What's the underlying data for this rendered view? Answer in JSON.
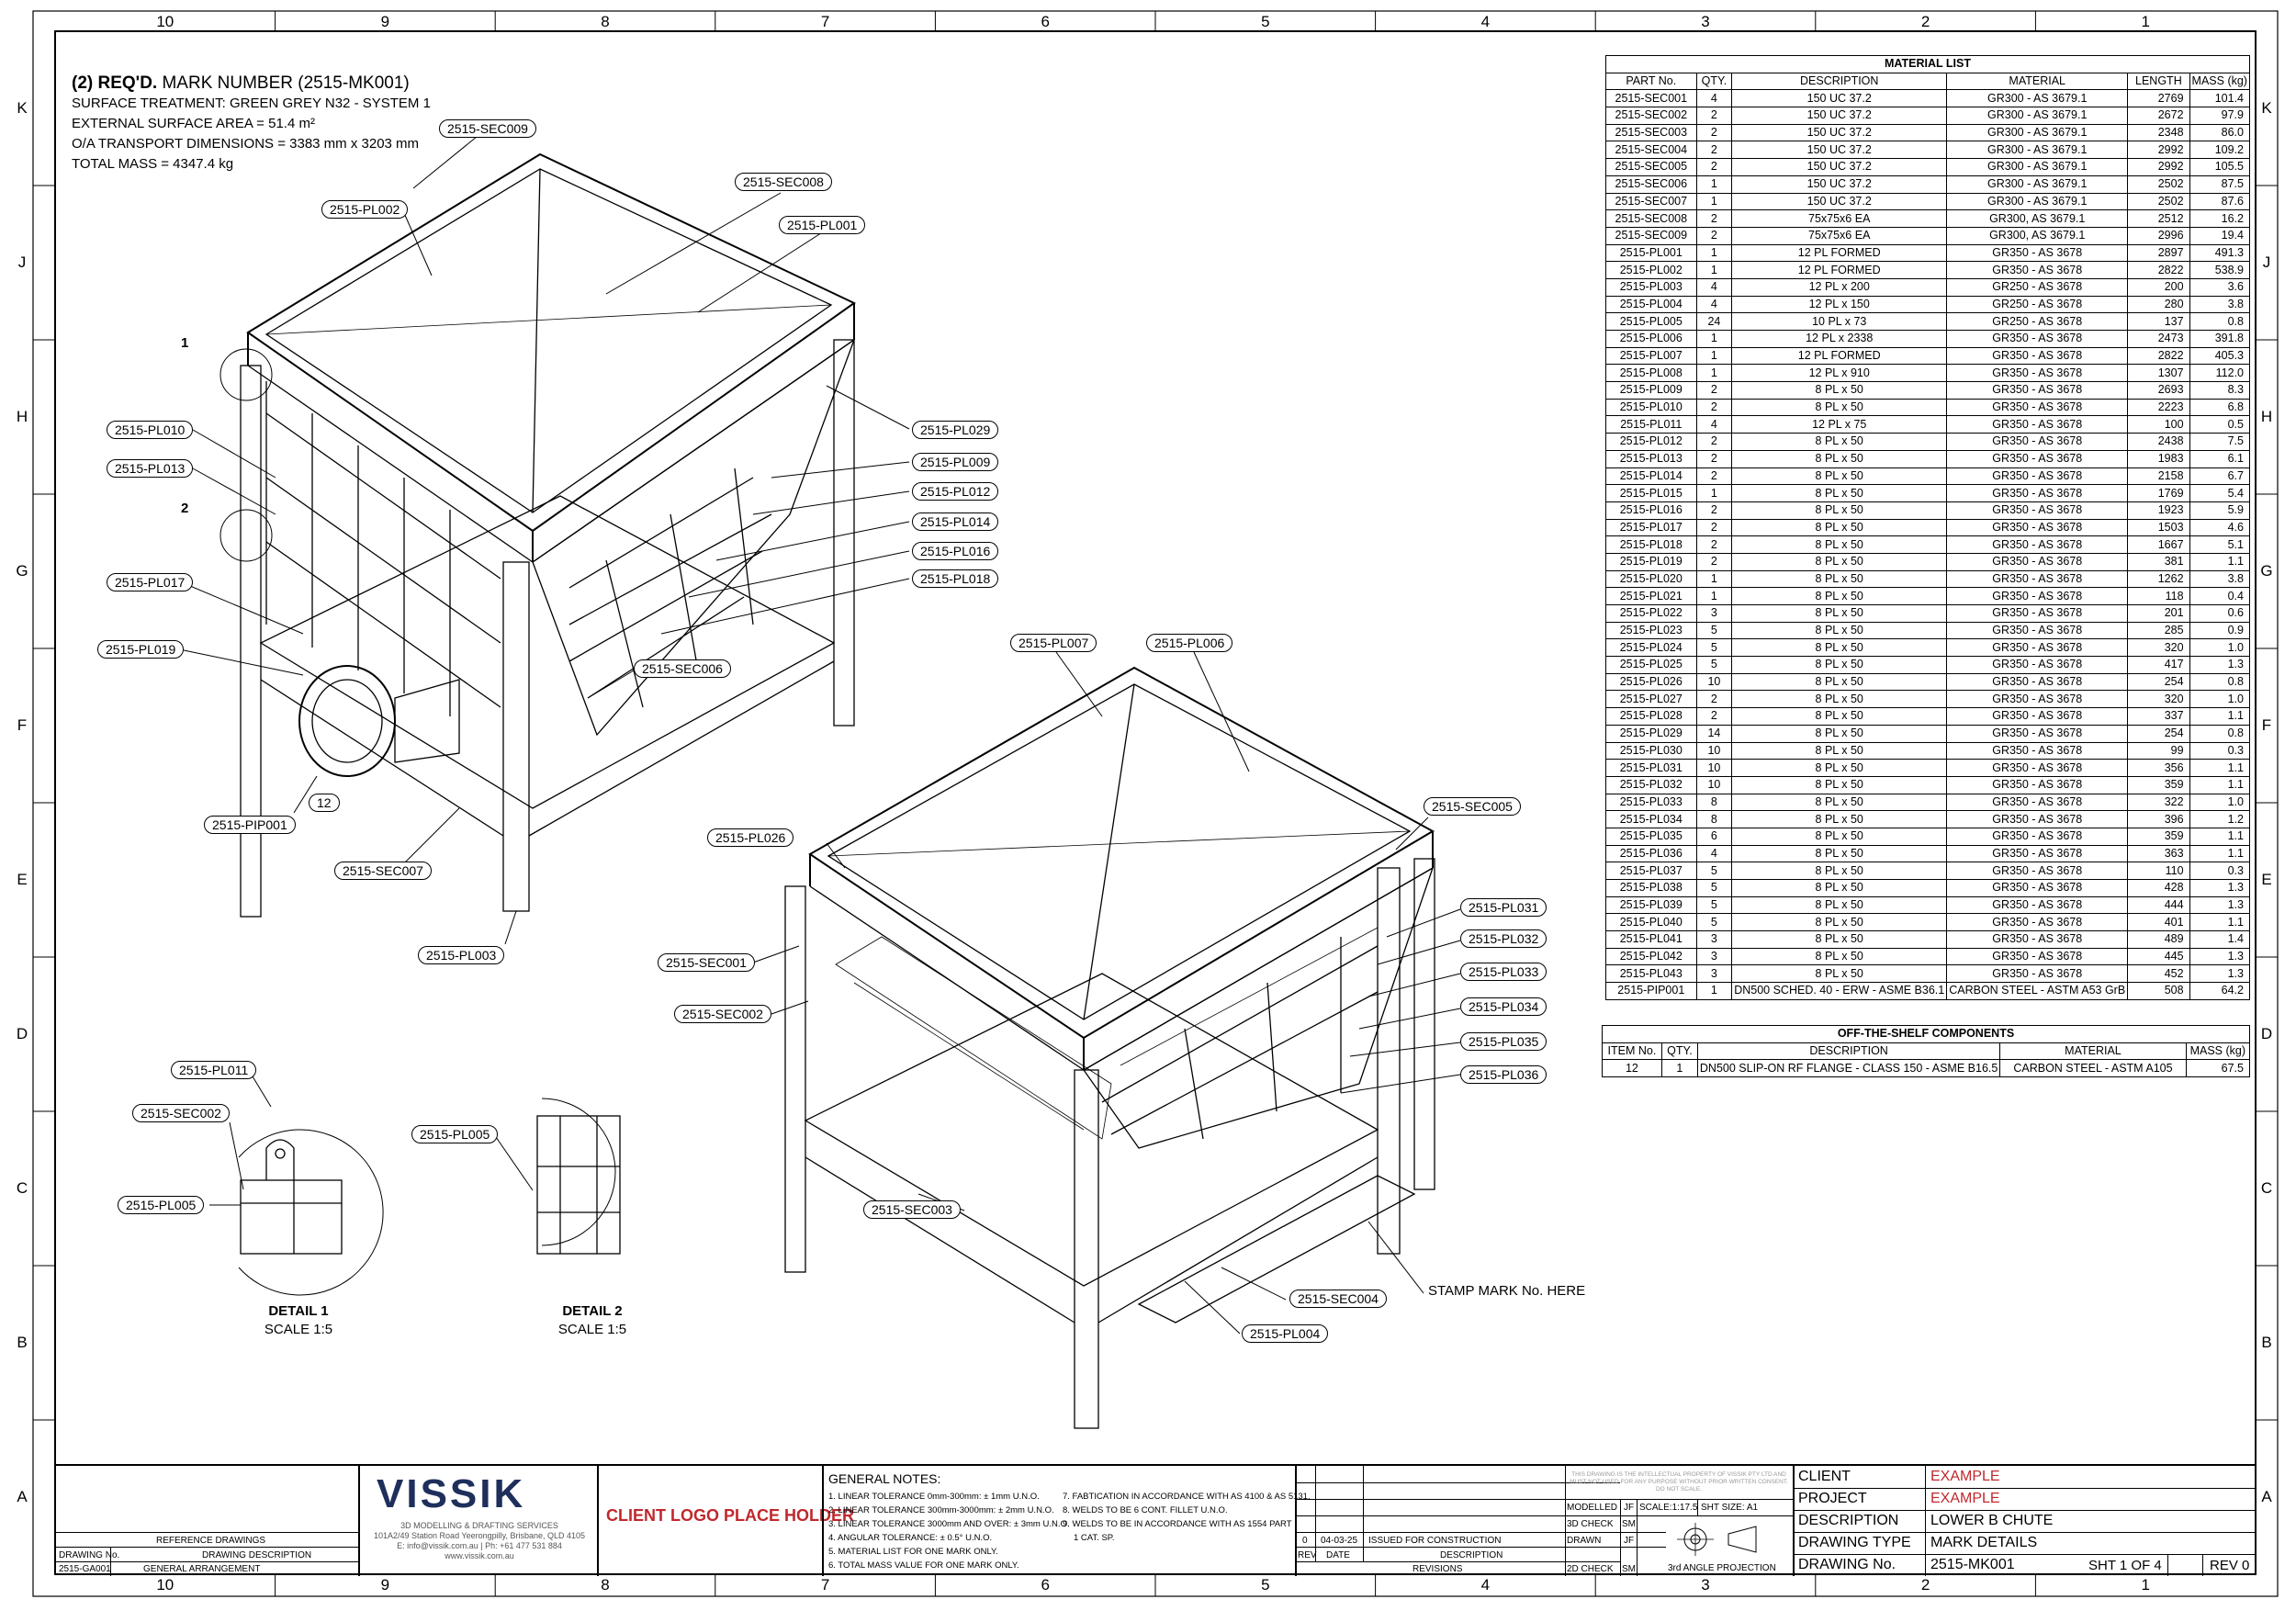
{
  "zones": {
    "columns": [
      "10",
      "9",
      "8",
      "7",
      "6",
      "5",
      "4",
      "3",
      "2",
      "1"
    ],
    "rows": [
      "K",
      "J",
      "H",
      "G",
      "F",
      "E",
      "D",
      "C",
      "B",
      "A"
    ]
  },
  "general_info": {
    "heading_bold": "(2) REQ'D.",
    "heading_rest": "MARK NUMBER (2515-MK001)",
    "lines": [
      "SURFACE TREATMENT: GREEN GREY N32 - SYSTEM 1",
      "EXTERNAL SURFACE AREA = 51.4 m²",
      "O/A TRANSPORT DIMENSIONS = 3383 mm x 3203 mm",
      "TOTAL MASS = 4347.4 kg"
    ]
  },
  "material_list": {
    "title": "MATERIAL LIST",
    "headers": [
      "PART No.",
      "QTY.",
      "DESCRIPTION",
      "MATERIAL",
      "LENGTH",
      "MASS (kg)"
    ],
    "rows": [
      [
        "2515-SEC001",
        "4",
        "150 UC 37.2",
        "GR300 - AS 3679.1",
        "2769",
        "101.4"
      ],
      [
        "2515-SEC002",
        "2",
        "150 UC 37.2",
        "GR300 - AS 3679.1",
        "2672",
        "97.9"
      ],
      [
        "2515-SEC003",
        "2",
        "150 UC 37.2",
        "GR300 - AS 3679.1",
        "2348",
        "86.0"
      ],
      [
        "2515-SEC004",
        "2",
        "150 UC 37.2",
        "GR300 - AS 3679.1",
        "2992",
        "109.2"
      ],
      [
        "2515-SEC005",
        "2",
        "150 UC 37.2",
        "GR300 - AS 3679.1",
        "2992",
        "105.5"
      ],
      [
        "2515-SEC006",
        "1",
        "150 UC 37.2",
        "GR300 - AS 3679.1",
        "2502",
        "87.5"
      ],
      [
        "2515-SEC007",
        "1",
        "150 UC 37.2",
        "GR300 - AS 3679.1",
        "2502",
        "87.6"
      ],
      [
        "2515-SEC008",
        "2",
        "75x75x6 EA",
        "GR300, AS 3679.1",
        "2512",
        "16.2"
      ],
      [
        "2515-SEC009",
        "2",
        "75x75x6 EA",
        "GR300, AS 3679.1",
        "2996",
        "19.4"
      ],
      [
        "2515-PL001",
        "1",
        "12 PL FORMED",
        "GR350 - AS 3678",
        "2897",
        "491.3"
      ],
      [
        "2515-PL002",
        "1",
        "12 PL FORMED",
        "GR350 - AS 3678",
        "2822",
        "538.9"
      ],
      [
        "2515-PL003",
        "4",
        "12 PL x 200",
        "GR250 - AS 3678",
        "200",
        "3.6"
      ],
      [
        "2515-PL004",
        "4",
        "12 PL x 150",
        "GR250 - AS 3678",
        "280",
        "3.8"
      ],
      [
        "2515-PL005",
        "24",
        "10 PL x 73",
        "GR250 - AS 3678",
        "137",
        "0.8"
      ],
      [
        "2515-PL006",
        "1",
        "12 PL x 2338",
        "GR350 - AS 3678",
        "2473",
        "391.8"
      ],
      [
        "2515-PL007",
        "1",
        "12 PL FORMED",
        "GR350 - AS 3678",
        "2822",
        "405.3"
      ],
      [
        "2515-PL008",
        "1",
        "12 PL x 910",
        "GR350 - AS 3678",
        "1307",
        "112.0"
      ],
      [
        "2515-PL009",
        "2",
        "8 PL x 50",
        "GR350 - AS 3678",
        "2693",
        "8.3"
      ],
      [
        "2515-PL010",
        "2",
        "8 PL x 50",
        "GR350 - AS 3678",
        "2223",
        "6.8"
      ],
      [
        "2515-PL011",
        "4",
        "12 PL x 75",
        "GR350 - AS 3678",
        "100",
        "0.5"
      ],
      [
        "2515-PL012",
        "2",
        "8 PL x 50",
        "GR350 - AS 3678",
        "2438",
        "7.5"
      ],
      [
        "2515-PL013",
        "2",
        "8 PL x 50",
        "GR350 - AS 3678",
        "1983",
        "6.1"
      ],
      [
        "2515-PL014",
        "2",
        "8 PL x 50",
        "GR350 - AS 3678",
        "2158",
        "6.7"
      ],
      [
        "2515-PL015",
        "1",
        "8 PL x 50",
        "GR350 - AS 3678",
        "1769",
        "5.4"
      ],
      [
        "2515-PL016",
        "2",
        "8 PL x 50",
        "GR350 - AS 3678",
        "1923",
        "5.9"
      ],
      [
        "2515-PL017",
        "2",
        "8 PL x 50",
        "GR350 - AS 3678",
        "1503",
        "4.6"
      ],
      [
        "2515-PL018",
        "2",
        "8 PL x 50",
        "GR350 - AS 3678",
        "1667",
        "5.1"
      ],
      [
        "2515-PL019",
        "2",
        "8 PL x 50",
        "GR350 - AS 3678",
        "381",
        "1.1"
      ],
      [
        "2515-PL020",
        "1",
        "8 PL x 50",
        "GR350 - AS 3678",
        "1262",
        "3.8"
      ],
      [
        "2515-PL021",
        "1",
        "8 PL x 50",
        "GR350 - AS 3678",
        "118",
        "0.4"
      ],
      [
        "2515-PL022",
        "3",
        "8 PL x 50",
        "GR350 - AS 3678",
        "201",
        "0.6"
      ],
      [
        "2515-PL023",
        "5",
        "8 PL x 50",
        "GR350 - AS 3678",
        "285",
        "0.9"
      ],
      [
        "2515-PL024",
        "5",
        "8 PL x 50",
        "GR350 - AS 3678",
        "320",
        "1.0"
      ],
      [
        "2515-PL025",
        "5",
        "8 PL x 50",
        "GR350 - AS 3678",
        "417",
        "1.3"
      ],
      [
        "2515-PL026",
        "10",
        "8 PL x 50",
        "GR350 - AS 3678",
        "254",
        "0.8"
      ],
      [
        "2515-PL027",
        "2",
        "8 PL x 50",
        "GR350 - AS 3678",
        "320",
        "1.0"
      ],
      [
        "2515-PL028",
        "2",
        "8 PL x 50",
        "GR350 - AS 3678",
        "337",
        "1.1"
      ],
      [
        "2515-PL029",
        "14",
        "8 PL x 50",
        "GR350 - AS 3678",
        "254",
        "0.8"
      ],
      [
        "2515-PL030",
        "10",
        "8 PL x 50",
        "GR350 - AS 3678",
        "99",
        "0.3"
      ],
      [
        "2515-PL031",
        "10",
        "8 PL x 50",
        "GR350 - AS 3678",
        "356",
        "1.1"
      ],
      [
        "2515-PL032",
        "10",
        "8 PL x 50",
        "GR350 - AS 3678",
        "359",
        "1.1"
      ],
      [
        "2515-PL033",
        "8",
        "8 PL x 50",
        "GR350 - AS 3678",
        "322",
        "1.0"
      ],
      [
        "2515-PL034",
        "8",
        "8 PL x 50",
        "GR350 - AS 3678",
        "396",
        "1.2"
      ],
      [
        "2515-PL035",
        "6",
        "8 PL x 50",
        "GR350 - AS 3678",
        "359",
        "1.1"
      ],
      [
        "2515-PL036",
        "4",
        "8 PL x 50",
        "GR350 - AS 3678",
        "363",
        "1.1"
      ],
      [
        "2515-PL037",
        "5",
        "8 PL x 50",
        "GR350 - AS 3678",
        "110",
        "0.3"
      ],
      [
        "2515-PL038",
        "5",
        "8 PL x 50",
        "GR350 - AS 3678",
        "428",
        "1.3"
      ],
      [
        "2515-PL039",
        "5",
        "8 PL x 50",
        "GR350 - AS 3678",
        "444",
        "1.3"
      ],
      [
        "2515-PL040",
        "5",
        "8 PL x 50",
        "GR350 - AS 3678",
        "401",
        "1.1"
      ],
      [
        "2515-PL041",
        "3",
        "8 PL x 50",
        "GR350 - AS 3678",
        "489",
        "1.4"
      ],
      [
        "2515-PL042",
        "3",
        "8 PL x 50",
        "GR350 - AS 3678",
        "445",
        "1.3"
      ],
      [
        "2515-PL043",
        "3",
        "8 PL x 50",
        "GR350 - AS 3678",
        "452",
        "1.3"
      ],
      [
        "2515-PIP001",
        "1",
        "DN500 SCHED. 40 - ERW - ASME B36.1",
        "CARBON STEEL - ASTM A53 GrB",
        "508",
        "64.2"
      ]
    ]
  },
  "off_the_shelf": {
    "title": "OFF-THE-SHELF COMPONENTS",
    "headers": [
      "ITEM No.",
      "QTY.",
      "DESCRIPTION",
      "MATERIAL",
      "MASS (kg)"
    ],
    "rows": [
      [
        "12",
        "1",
        "DN500 SLIP-ON RF FLANGE - CLASS 150 - ASME B16.5",
        "CARBON STEEL - ASTM A105",
        "67.5"
      ]
    ]
  },
  "callouts": {
    "upper": [
      "2515-SEC009",
      "2515-SEC008",
      "2515-PL002",
      "2515-PL001",
      "2515-PL010",
      "2515-PL013",
      "2515-PL029",
      "2515-PL009",
      "2515-PL012",
      "2515-PL014",
      "2515-PL016",
      "2515-PL018",
      "2515-PL017",
      "2515-PL019",
      "2515-SEC006",
      "2515-PIP001",
      "2515-SEC007",
      "2515-PL003"
    ],
    "lower": [
      "2515-PL007",
      "2515-PL006",
      "2515-SEC005",
      "2515-PL026",
      "2515-PL031",
      "2515-PL032",
      "2515-PL033",
      "2515-PL034",
      "2515-PL035",
      "2515-PL036",
      "2515-SEC001",
      "2515-SEC002",
      "2515-SEC003",
      "2515-SEC004",
      "2515-PL004"
    ],
    "details": [
      "2515-PL011",
      "2515-SEC002",
      "2515-PL005",
      "2515-PL005"
    ],
    "detail_markers": [
      "1",
      "2"
    ],
    "item_12": "12",
    "stamp": "STAMP MARK No. HERE"
  },
  "details": {
    "detail1": {
      "title": "DETAIL 1",
      "scale": "SCALE 1:5"
    },
    "detail2": {
      "title": "DETAIL 2",
      "scale": "SCALE 1:5"
    }
  },
  "title_block": {
    "reference": {
      "title": "REFERENCE DRAWINGS",
      "col1": "DRAWING No.",
      "col2": "DRAWING DESCRIPTION",
      "row_no": "2515-GA001",
      "row_desc": "GENERAL ARRANGEMENT"
    },
    "company": {
      "name": "VISSIK",
      "tagline": "3D MODELLING & DRAFTING SERVICES",
      "address": "101A2/49 Station Road Yeerongpilly, Brisbane, QLD 4105",
      "contact": "E: info@vissik.com.au | Ph: +61 477 531 884",
      "web": "www.vissik.com.au"
    },
    "client_logo": "CLIENT LOGO PLACE HOLDER",
    "notes": {
      "title": "GENERAL NOTES:",
      "left": [
        "1. LINEAR TOLERANCE 0mm-300mm: ± 1mm U.N.O.",
        "2. LINEAR TOLERANCE 300mm-3000mm: ± 2mm U.N.O.",
        "3. LINEAR TOLERANCE 3000mm AND OVER: ± 3mm U.N.O.",
        "4. ANGULAR TOLERANCE: ± 0.5° U.N.O.",
        "5. MATERIAL LIST FOR ONE MARK ONLY.",
        "6. TOTAL MASS VALUE FOR ONE MARK ONLY."
      ],
      "right": [
        "7. FABTICATION IN ACCORDANCE WITH AS 4100 & AS 5131.",
        "8. WELDS TO BE 6 CONT. FILLET U.N.O.",
        "9. WELDS TO BE IN ACCORDANCE WITH AS 1554 PART",
        "1 CAT. SP."
      ]
    },
    "revisions": {
      "rev": "0",
      "date": "04-03-25",
      "description": "ISSUED FOR CONSTRUCTION",
      "h_rev": "REV",
      "h_date": "DATE",
      "h_desc": "DESCRIPTION",
      "label": "REVISIONS"
    },
    "checks": {
      "modelled": "MODELLED",
      "modelled_by": "JF",
      "check3d": "3D CHECK",
      "check3d_by": "SM",
      "drawn": "DRAWN",
      "drawn_by": "JF",
      "check2d": "2D CHECK",
      "check2d_by": "SM",
      "scale": "SCALE:1:17.5",
      "sheet_size": "SHT SIZE: A1",
      "projection": "3rd ANGLE PROJECTION"
    },
    "ip_notice": "THIS DRAWING IS THE INTELLECTUAL PROPERTY OF VISSIK PTY LTD AND MUST NOT USED FOR ANY PURPOSE WITHOUT PRIOR WRITTEN CONSENT. DO NOT SCALE.",
    "fields": {
      "client_label": "CLIENT",
      "client_value": "EXAMPLE",
      "project_label": "PROJECT",
      "project_value": "EXAMPLE",
      "description_label": "DESCRIPTION",
      "description_value": "LOWER B CHUTE",
      "drawing_type_label": "DRAWING TYPE",
      "drawing_type_value": "MARK DETAILS",
      "drawing_no_label": "DRAWING No.",
      "drawing_no_value": "2515-MK001",
      "sheet": "SHT 1 OF 4",
      "rev": "REV 0"
    }
  },
  "colors": {
    "accent_red": "#c0282d",
    "logo_navy": "#1f2f5c"
  }
}
